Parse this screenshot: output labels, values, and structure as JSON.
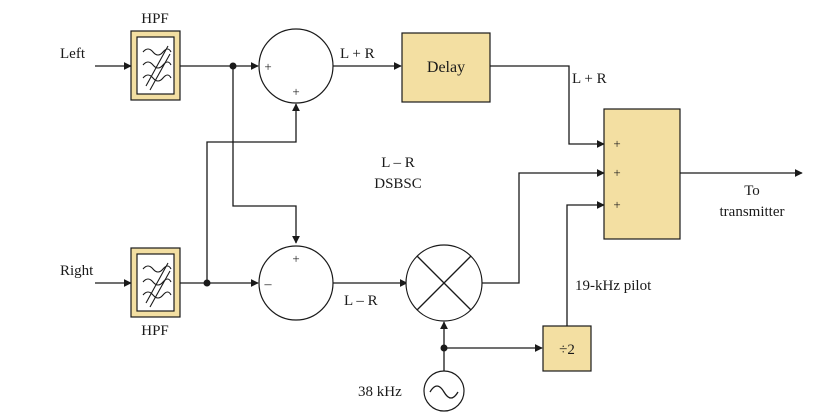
{
  "labels": {
    "hpf_top": "HPF",
    "hpf_bottom": "HPF",
    "left_input": "Left",
    "right_input": "Right",
    "sum_output": "L + R",
    "delay": "Delay",
    "delay_output": "L + R",
    "diff_output": "L – R",
    "dsb_line1": "L – R",
    "dsb_line2": "DSBSC",
    "to_line1": "To",
    "to_line2": "transmitter",
    "pilot": "19-kHz pilot",
    "divider": "÷2",
    "oscillator_freq": "38 kHz"
  },
  "signs": {
    "adder_left": "+",
    "adder_bottom": "+",
    "subtractor_top": "+",
    "subtractor_left": "–",
    "combiner_1": "+",
    "combiner_2": "+",
    "combiner_3": "+"
  },
  "colors": {
    "block_fill": "#f3dfa2",
    "line": "#1a1a1a"
  }
}
